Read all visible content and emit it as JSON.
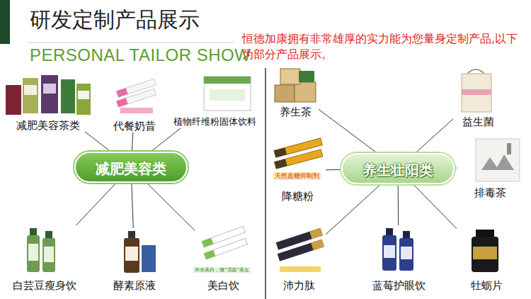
{
  "diagram": {
    "title": "研发定制产品展示",
    "nodes": [
      {
        "text": [
          "减肥美容类"
        ]
      },
      {
        "text": [
          "减肥美容茶类"
        ]
      },
      {
        "text": [
          "代餐奶昔"
        ]
      },
      {
        "text": [
          "植物纤维粉固体饮料"
        ]
      },
      {
        "text": [
          "白芸豆瘦身饮"
        ]
      },
      {
        "text": [
          "酵素原液"
        ]
      },
      {
        "text": [
          "美白饮"
        ]
      },
      {
        "text": [
          "养生壮阳类"
        ]
      },
      {
        "text": [
          "养生茶"
        ]
      },
      {
        "text": [
          "益生菌"
        ]
      },
      {
        "text": [
          "降糖粉"
        ]
      },
      {
        "text": [
          "排毒茶"
        ]
      },
      {
        "text": [
          "沛力肽"
        ]
      },
      {
        "text": [
          "蓝莓护眼饮"
        ]
      },
      {
        "text": [
          "牡蛎片"
        ]
      }
    ],
    "edges": [
      {
        "from": 0,
        "to": 1,
        "arrow": "none"
      },
      {
        "from": 0,
        "to": 2,
        "arrow": "none"
      },
      {
        "from": 0,
        "to": 3,
        "arrow": "none"
      },
      {
        "from": 0,
        "to": 4,
        "arrow": "none"
      },
      {
        "from": 0,
        "to": 5,
        "arrow": "none"
      },
      {
        "from": 0,
        "to": 6,
        "arrow": "none"
      },
      {
        "from": 7,
        "to": 8,
        "arrow": "none"
      },
      {
        "from": 7,
        "to": 9,
        "arrow": "none"
      },
      {
        "from": 7,
        "to": 10,
        "arrow": "none"
      },
      {
        "from": 7,
        "to": 11,
        "arrow": "none"
      },
      {
        "from": 7,
        "to": 12,
        "arrow": "none"
      },
      {
        "from": 7,
        "to": 13,
        "arrow": "none"
      },
      {
        "from": 7,
        "to": 14,
        "arrow": "none"
      }
    ],
    "labels": [
      "PERSONAL TAILOR SHOW",
      "恒德加康拥有非常雄厚的实力能为您量身定制产品,以下为部分产品展示。",
      "天然血糖抑制剂",
      "补水美白，做“冻龄”美女"
    ]
  }
}
